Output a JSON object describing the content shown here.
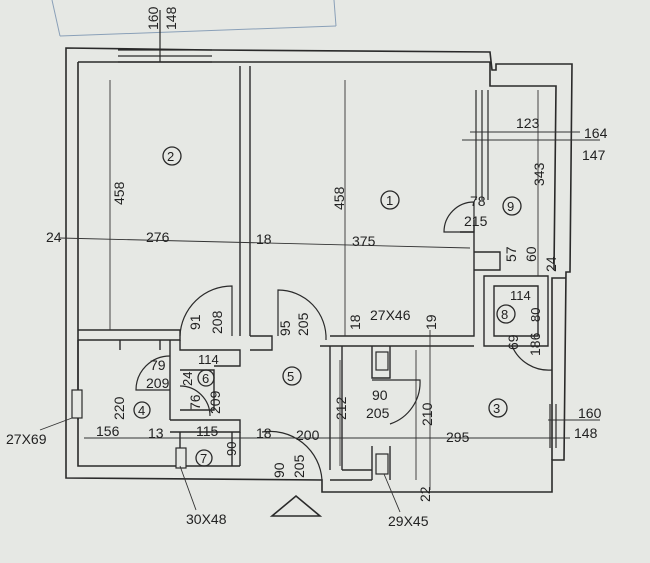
{
  "rooms": {
    "r1": "1",
    "r2": "2",
    "r3": "3",
    "r4": "4",
    "r5": "5",
    "r6": "6",
    "r7": "7",
    "r8": "8",
    "r9": "9"
  },
  "dims": {
    "win_top_a": "160",
    "win_top_b": "148",
    "r2_h": "458",
    "r1_h": "458",
    "dim_24": "24",
    "dim_276": "276",
    "dim_18a": "18",
    "dim_375": "375",
    "dim_123": "123",
    "dim_164": "164",
    "dim_147": "147",
    "dim_343": "343",
    "door9_w": "78",
    "door9_h": "215",
    "dim_57": "57",
    "dim_60": "60",
    "dim_24b": "24",
    "dim_114a": "114",
    "dim_80": "80",
    "door_91": "91",
    "door_208": "208",
    "door_95": "95",
    "door_205a": "205",
    "dim_18b": "18",
    "vent_27x46": "27X46",
    "dim_19": "19",
    "door_69": "69",
    "door_186": "186",
    "door_79": "79",
    "door_209a": "209",
    "dim_24c": "24",
    "dim_114b": "114",
    "door_76": "76",
    "door_209b": "209",
    "dim_220": "220",
    "dim_212": "212",
    "door_90a": "90",
    "door_205b": "205",
    "dim_210": "210",
    "vent_27x69": "27X69",
    "dim_156": "156",
    "dim_13": "13",
    "dim_115": "115",
    "dim_90b": "90",
    "dim_18c": "18",
    "dim_200": "200",
    "dim_295": "295",
    "win_right_a": "160",
    "win_right_b": "148",
    "door_90c": "90",
    "door_205c": "205",
    "dim_22": "22",
    "vent_30x48": "30X48",
    "vent_29x45": "29X45"
  }
}
